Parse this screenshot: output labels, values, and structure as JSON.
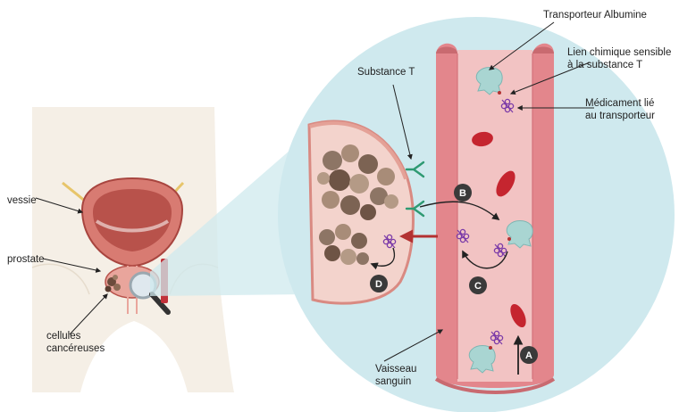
{
  "labels": {
    "transporteur": "Transporteur Albumine",
    "lien_line1": "Lien chimique sensible",
    "lien_line2": "à la substance T",
    "medicament_line1": "Médicament lié",
    "medicament_line2": "au transporteur",
    "substance_t": "Substance T",
    "vessie": "vessie",
    "prostate": "prostate",
    "cellules_line1": "cellules",
    "cellules_line2": "cancéreuses",
    "vaisseau_line1": "Vaisseau",
    "vaisseau_line2": "sanguin"
  },
  "steps": {
    "a": "A",
    "b": "B",
    "c": "C",
    "d": "D"
  },
  "colors": {
    "circle_bg": "#cfe9ee",
    "vessel": "#e3868c",
    "vessel_inner": "#f2c3c3",
    "blood_cell": "#c5252f",
    "albumin": "#a9d5d2",
    "drug": "#7a3aa8",
    "receptor": "#2e9a72",
    "tumor": "#8d7565",
    "body_skin": "#f5efe6",
    "bladder": "#d87b72",
    "step_badge": "#3a3a3a",
    "arrow_red": "#b33232"
  }
}
